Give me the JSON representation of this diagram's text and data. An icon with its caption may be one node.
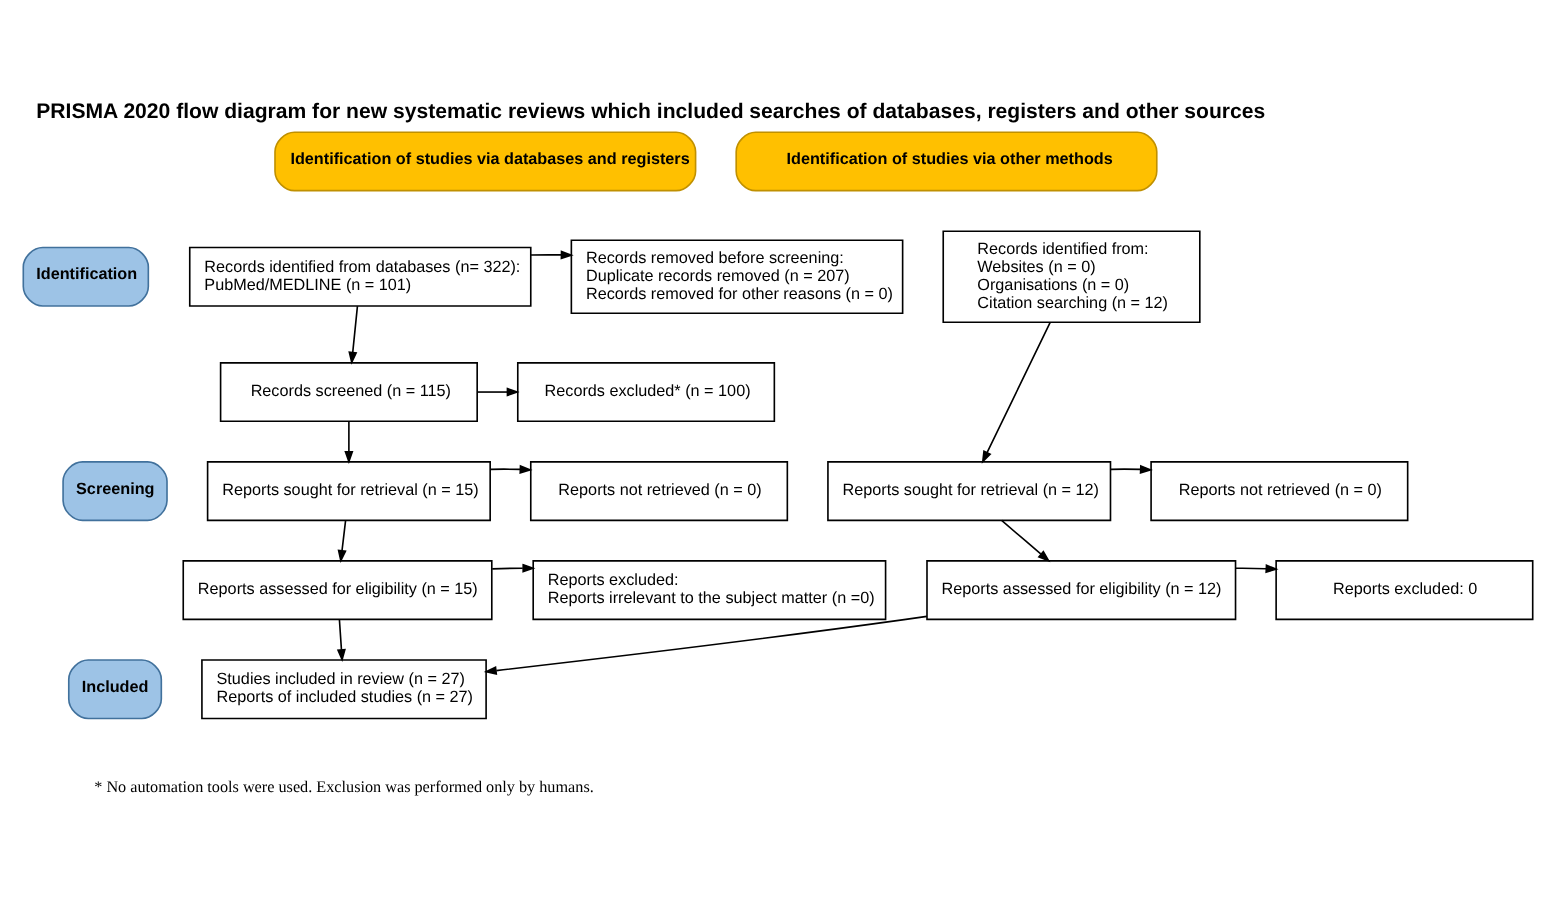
{
  "diagram": {
    "title": "PRISMA 2020 flow diagram for new systematic reviews which included searches of databases, registers and other sources",
    "nodes": [
      {
        "text": [
          "Identification of studies via databases and registers"
        ]
      },
      {
        "text": [
          "Identification of studies via other methods"
        ]
      },
      {
        "text": [
          "Identification"
        ]
      },
      {
        "text": [
          "Screening"
        ]
      },
      {
        "text": [
          "Included"
        ]
      },
      {
        "text": [
          "Records identified from databases (n= 322):",
          "PubMed/MEDLINE (n = 101)"
        ]
      },
      {
        "text": [
          "Records removed before screening:",
          "Duplicate records removed (n = 207)",
          "Records removed for other reasons (n = 0)"
        ]
      },
      {
        "text": [
          "Records identified from:",
          "Websites (n = 0)",
          "Organisations (n = 0)",
          "Citation searching (n = 12)"
        ]
      },
      {
        "text": [
          "Records screened (n = 115)"
        ]
      },
      {
        "text": [
          "Records excluded* (n = 100)"
        ]
      },
      {
        "text": [
          "Reports sought for retrieval (n = 15)"
        ]
      },
      {
        "text": [
          "Reports not retrieved (n = 0)"
        ]
      },
      {
        "text": [
          "Reports sought for retrieval (n = 12)"
        ]
      },
      {
        "text": [
          "Reports not retrieved (n = 0)"
        ]
      },
      {
        "text": [
          "Reports assessed for eligibility (n = 15)"
        ]
      },
      {
        "text": [
          "Reports excluded:",
          "Reports irrelevant to the subject matter (n =0)"
        ]
      },
      {
        "text": [
          "Reports assessed for eligibility (n = 12)"
        ]
      },
      {
        "text": [
          "Reports excluded: 0"
        ]
      },
      {
        "text": [
          "Studies included in review (n = 27)",
          "Reports of included studies (n = 27)"
        ]
      }
    ],
    "edges": [
      {
        "from": 5,
        "to": 6,
        "arrow": "to"
      },
      {
        "from": 5,
        "to": 8,
        "arrow": "to"
      },
      {
        "from": 8,
        "to": 9,
        "arrow": "to"
      },
      {
        "from": 8,
        "to": 10,
        "arrow": "to"
      },
      {
        "from": 10,
        "to": 11,
        "arrow": "to"
      },
      {
        "from": 10,
        "to": 14,
        "arrow": "to"
      },
      {
        "from": 14,
        "to": 15,
        "arrow": "to"
      },
      {
        "from": 14,
        "to": 18,
        "arrow": "to"
      },
      {
        "from": 7,
        "to": 12,
        "arrow": "to"
      },
      {
        "from": 12,
        "to": 13,
        "arrow": "to"
      },
      {
        "from": 12,
        "to": 16,
        "arrow": "to"
      },
      {
        "from": 16,
        "to": 17,
        "arrow": "to"
      },
      {
        "from": 16,
        "to": 18,
        "arrow": "to"
      }
    ],
    "labels": [
      "* No automation tools were used. Exclusion was performed only by humans."
    ]
  }
}
